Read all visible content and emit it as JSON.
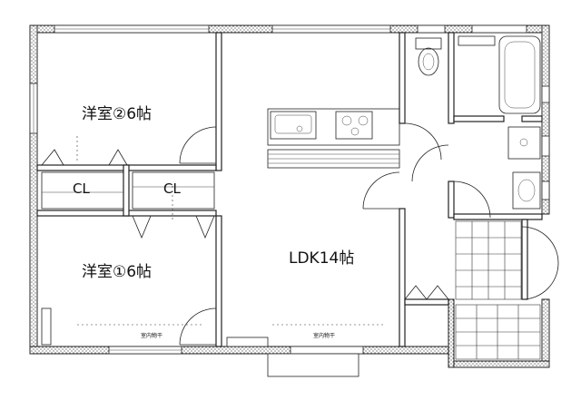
{
  "rooms": {
    "western_room_2": "洋室②6帖",
    "western_room_1": "洋室①6帖",
    "ldk": "LDK14帖",
    "closet_1": "CL",
    "closet_2": "CL"
  },
  "annotations": {
    "indoor_clothesline_1": "室内物干",
    "indoor_clothesline_2": "室内物干"
  }
}
